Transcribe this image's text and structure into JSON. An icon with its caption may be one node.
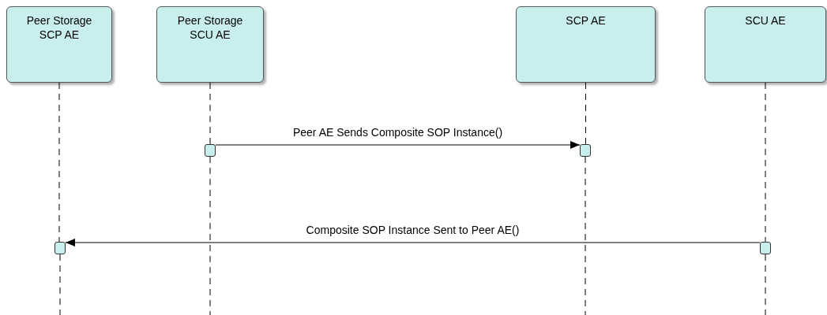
{
  "diagram": {
    "nodes": [
      {
        "text": [
          "Peer Storage SCP AE"
        ]
      },
      {
        "text": [
          "Peer Storage SCU AE"
        ]
      },
      {
        "text": [
          "SCP AE"
        ]
      },
      {
        "text": [
          "SCU AE"
        ]
      },
      {
        "text": [],
        "shape": "box"
      },
      {
        "text": [],
        "shape": "box"
      },
      {
        "text": [],
        "shape": "box"
      },
      {
        "text": [],
        "shape": "box"
      }
    ],
    "edges": [
      {
        "from": 4,
        "to": 5,
        "arrow": "to",
        "label": "Peer AE Sends Composite SOP Instance()"
      },
      {
        "from": 7,
        "to": 6,
        "arrow": "to",
        "label": "Composite SOP Instance Sent to Peer AE()"
      },
      {
        "from": 0,
        "to": 6,
        "arrow": "none",
        "style": "dashed"
      },
      {
        "from": 6,
        "to": null,
        "arrow": "none",
        "style": "dashed"
      },
      {
        "from": 1,
        "to": 4,
        "arrow": "none",
        "style": "dashed"
      },
      {
        "from": 4,
        "to": null,
        "arrow": "none",
        "style": "dashed"
      },
      {
        "from": 2,
        "to": 5,
        "arrow": "none",
        "style": "dashed"
      },
      {
        "from": 5,
        "to": null,
        "arrow": "none",
        "style": "dashed"
      },
      {
        "from": 3,
        "to": 7,
        "arrow": "none",
        "style": "dashed"
      },
      {
        "from": 7,
        "to": null,
        "arrow": "none",
        "style": "dashed"
      }
    ]
  }
}
